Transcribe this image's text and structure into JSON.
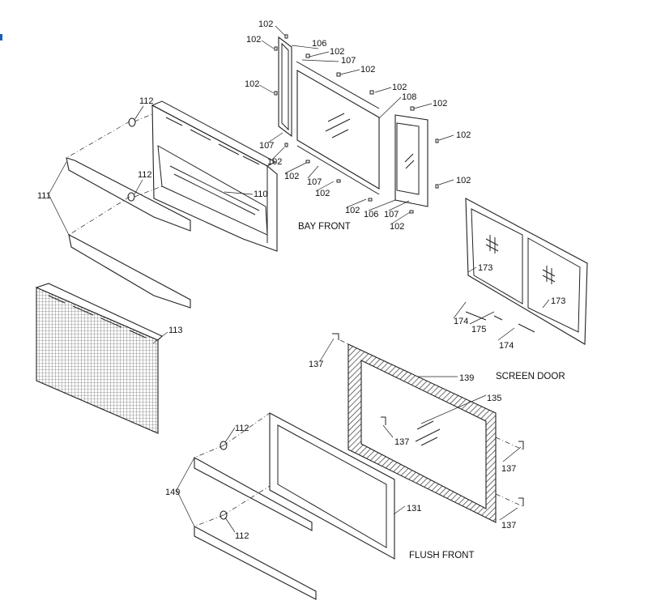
{
  "labels": [
    "102",
    "102",
    "106",
    "102",
    "107",
    "102",
    "102",
    "102",
    "108",
    "102",
    "107",
    "102",
    "102",
    "102",
    "107",
    "102",
    "102",
    "102",
    "106",
    "107",
    "102",
    "BAY FRONT",
    "112",
    "112",
    "111",
    "110",
    "113",
    "173",
    "173",
    "174",
    "175",
    "174",
    "137",
    "139",
    "SCREEN DOOR",
    "135",
    "137",
    "112",
    "149",
    "137",
    "131",
    "137",
    "112",
    "FLUSH FRONT"
  ],
  "colors": {
    "line": "#222222",
    "accent": "#1a5fb4"
  }
}
